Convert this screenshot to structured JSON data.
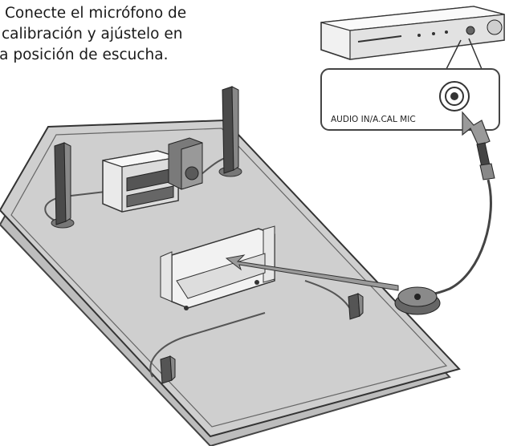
{
  "instruction": {
    "lines": [
      "Conecte el micrófono de",
      "calibración y ajústelo en",
      "la posición de escucha."
    ]
  },
  "receiver": {
    "jack_label": "AUDIO IN/A.CAL MIC"
  },
  "colors": {
    "floor_fill": "#c9c9c9",
    "floor_edge": "#555555",
    "arrow_fill": "#9a9a9a",
    "outline": "#333333"
  }
}
